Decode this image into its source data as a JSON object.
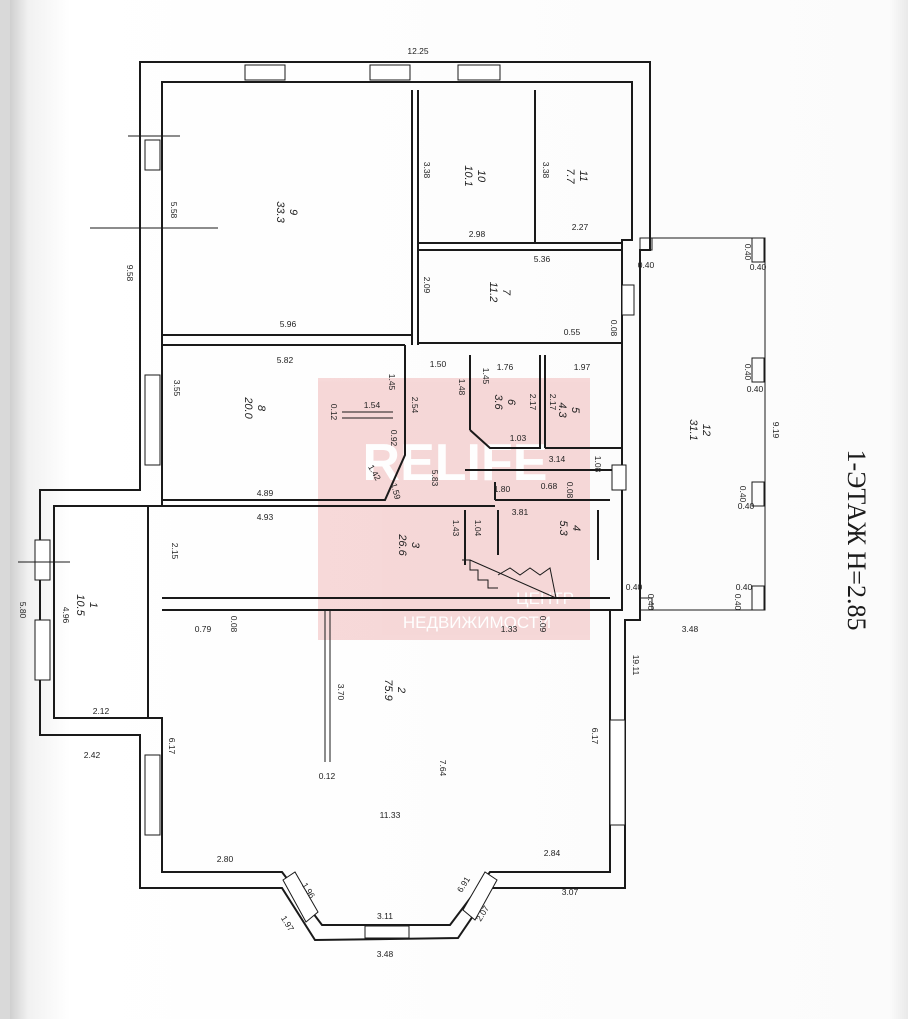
{
  "title": "1-ЭТАЖ Н=2.85",
  "watermark": {
    "logo": "RELIFE",
    "line1": "ЦЕНТР",
    "line2": "НЕДВИЖИМОСТИ",
    "color": "#e8a2a2"
  },
  "rooms": [
    {
      "num": "1",
      "area": "10.5"
    },
    {
      "num": "2",
      "area": "75.9"
    },
    {
      "num": "3",
      "area": "26.6"
    },
    {
      "num": "4",
      "area": "5.3"
    },
    {
      "num": "5",
      "area": "4.3"
    },
    {
      "num": "6",
      "area": "3.6"
    },
    {
      "num": "7",
      "area": "11.2"
    },
    {
      "num": "8",
      "area": "20.0"
    },
    {
      "num": "9",
      "area": "33.3"
    },
    {
      "num": "10",
      "area": "10.1"
    },
    {
      "num": "11",
      "area": "7.7"
    },
    {
      "num": "12",
      "area": "31.1"
    }
  ],
  "dimensions": {
    "d1": "12.25",
    "d2": "9.58",
    "d3": "5.58",
    "d4": "5.96",
    "d5": "3.38",
    "d6": "2.98",
    "d7": "3.38",
    "d8": "2.27",
    "d9": "5.36",
    "d10": "2.09",
    "d11": "0.55",
    "d12": "0.08",
    "d13": "5.82",
    "d14": "3.55",
    "d15": "1.45",
    "d16": "1.54",
    "d17": "0.12",
    "d18": "0.92",
    "d19": "1.42",
    "d20": "1.59",
    "d21": "4.89",
    "d22": "1.50",
    "d23": "2.54",
    "d24": "1.48",
    "d25": "5.83",
    "d26": "1.76",
    "d27": "1.45",
    "d28": "2.17",
    "d29": "1.03",
    "d30": "1.97",
    "d31": "2.17",
    "d32": "3.14",
    "d33": "1.08",
    "d34": "1.80",
    "d35": "0.68",
    "d36": "0.08",
    "d37": "4.93",
    "d38": "3.81",
    "d39": "1.43",
    "d40": "1.04",
    "d41": "2.15",
    "d42": "0.79",
    "d43": "0.08",
    "d44": "1.33",
    "d45": "0.09",
    "d46": "5.80",
    "d47": "4.96",
    "d48": "2.12",
    "d49": "2.42",
    "d50": "3.70",
    "d51": "0.12",
    "d52": "7.64",
    "d53": "6.17",
    "d54": "6.17",
    "d55": "11.33",
    "d56": "2.80",
    "d57": "2.84",
    "d58": "1.96",
    "d59": "6.91",
    "d60": "3.11",
    "d61": "1.97",
    "d62": "2.07",
    "d63": "3.48",
    "d64": "3.07",
    "d65": "19.11",
    "d66": "9.19",
    "d67": "3.48",
    "d68": "0.40",
    "d69": "0.40",
    "d70": "0.40",
    "d71": "0.40",
    "d72": "0.40",
    "d73": "0.40",
    "d74": "0.40",
    "d75": "0.40",
    "d76": "0.40",
    "d77": "0.40",
    "d78": "0.40"
  }
}
